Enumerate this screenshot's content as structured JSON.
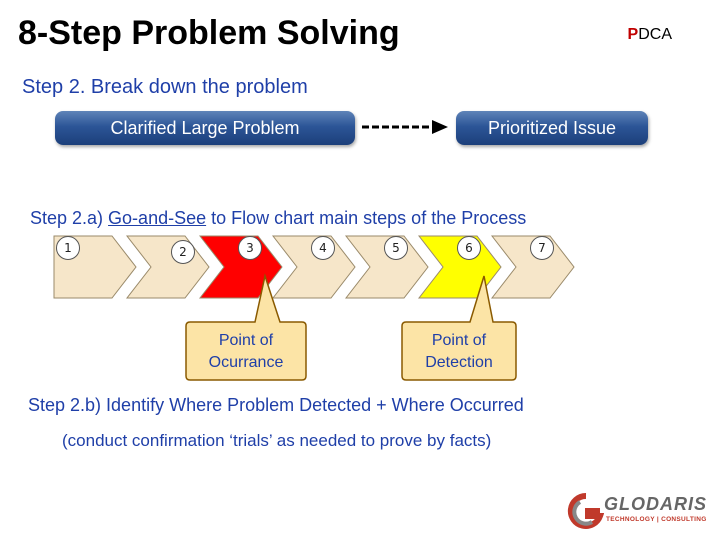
{
  "header": {
    "title": "8-Step Problem Solving",
    "pdca_first": "P",
    "pdca_rest": "DCA"
  },
  "step2": {
    "heading": "Step 2. Break down the problem",
    "left_box": "Clarified Large Problem",
    "right_box": "Prioritized  Issue"
  },
  "step2a": {
    "prefix": "Step 2.a) ",
    "link": "Go-and-See",
    "suffix": " to Flow chart main steps of the Process"
  },
  "process_steps": [
    {
      "label": "1",
      "color": "#f6e6c9"
    },
    {
      "label": "2",
      "color": "#f6e6c9"
    },
    {
      "label": "3",
      "color": "#ff0000"
    },
    {
      "label": "4",
      "color": "#f6e6c9"
    },
    {
      "label": "5",
      "color": "#f6e6c9"
    },
    {
      "label": "6",
      "color": "#ffff00"
    },
    {
      "label": "7",
      "color": "#f6e6c9"
    }
  ],
  "callouts": {
    "occurrance": {
      "line1": "Point of",
      "line2": "Ocurrance"
    },
    "detection": {
      "line1": "Point of",
      "line2": "Detection"
    }
  },
  "step2b": {
    "text": "Step 2.b)  Identify Where Problem Detected + Where Occurred",
    "note": "(conduct confirmation ‘trials’ as needed to prove by facts)"
  },
  "logo": {
    "name": "GLODARIS",
    "tagline": "TECHNOLOGY | CONSULTING",
    "icon": "glodaris-logo-icon"
  }
}
